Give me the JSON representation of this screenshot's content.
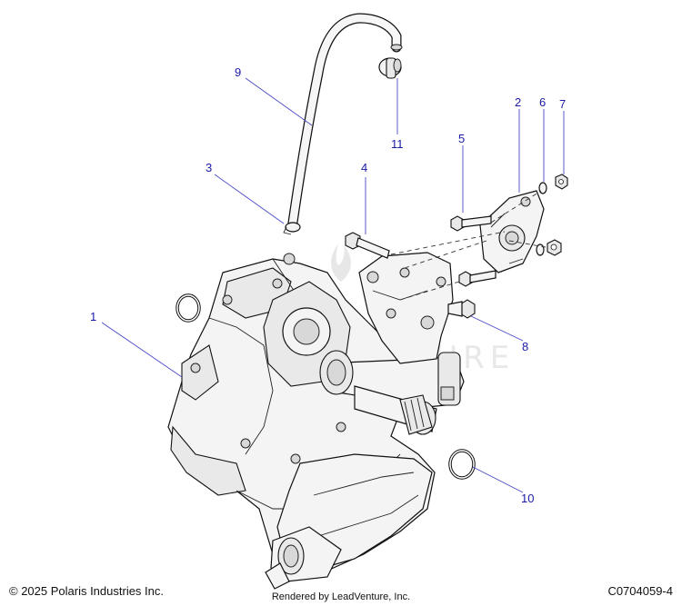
{
  "diagram": {
    "callouts": [
      {
        "id": "1",
        "label": "1"
      },
      {
        "id": "2",
        "label": "2"
      },
      {
        "id": "3",
        "label": "3"
      },
      {
        "id": "4",
        "label": "4"
      },
      {
        "id": "5",
        "label": "5"
      },
      {
        "id": "6",
        "label": "6"
      },
      {
        "id": "7",
        "label": "7"
      },
      {
        "id": "8",
        "label": "8"
      },
      {
        "id": "9",
        "label": "9"
      },
      {
        "id": "10",
        "label": "10"
      },
      {
        "id": "11",
        "label": "11"
      }
    ],
    "watermark": "LEADVENTURE",
    "colors": {
      "callout": "#1a1aa8",
      "leader": "#4a4ac8",
      "line_art": "#111111"
    }
  },
  "footer": {
    "copyright": "© 2025 Polaris Industries Inc.",
    "rendered_by": "Rendered by LeadVenture, Inc.",
    "drawing_id": "C0704059-4"
  }
}
